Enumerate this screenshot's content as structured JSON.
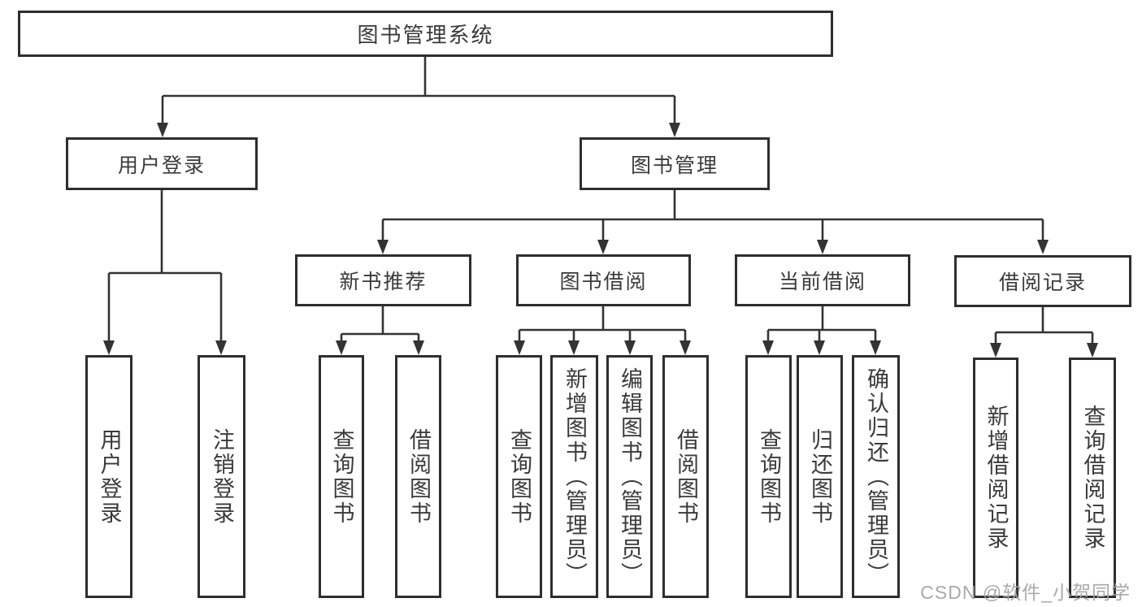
{
  "diagram": {
    "type": "tree",
    "title": "图书管理系统",
    "root": {
      "label": "图书管理系统"
    },
    "level2": {
      "user_login": {
        "label": "用户登录"
      },
      "book_mgmt": {
        "label": "图书管理"
      }
    },
    "level3": {
      "new_book_rec": {
        "label": "新书推荐"
      },
      "book_borrow": {
        "label": "图书借阅"
      },
      "current_borrow": {
        "label": "当前借阅"
      },
      "borrow_records": {
        "label": "借阅记录"
      }
    },
    "leaves": {
      "user_login_login": {
        "label": "用户登录",
        "parent": "用户登录"
      },
      "user_login_logout": {
        "label": "注销登录",
        "parent": "用户登录"
      },
      "newbook_query": {
        "label": "查询图书",
        "parent": "新书推荐"
      },
      "newbook_borrow": {
        "label": "借阅图书",
        "parent": "新书推荐"
      },
      "borrow_query": {
        "label": "查询图书",
        "parent": "图书借阅"
      },
      "borrow_add": {
        "label": "新增图书（管理员）",
        "parent": "图书借阅"
      },
      "borrow_edit": {
        "label": "编辑图书（管理员）",
        "parent": "图书借阅"
      },
      "borrow_borrow": {
        "label": "借阅图书",
        "parent": "图书借阅"
      },
      "current_query": {
        "label": "查询图书",
        "parent": "当前借阅"
      },
      "current_return": {
        "label": "归还图书",
        "parent": "当前借阅"
      },
      "current_confirm": {
        "label": "确认归还（管理员）",
        "parent": "当前借阅"
      },
      "records_add": {
        "label": "新增借阅记录",
        "parent": "借阅记录"
      },
      "records_query": {
        "label": "查询借阅记录",
        "parent": "借阅记录"
      }
    }
  },
  "watermark": {
    "text": "CSDN @软件_小贺同学"
  },
  "colors": {
    "background": "#ffffff",
    "box_border": "#2e2e2e",
    "line": "#333333",
    "text": "#3a3a3a",
    "watermark": "#a4a4a4"
  }
}
